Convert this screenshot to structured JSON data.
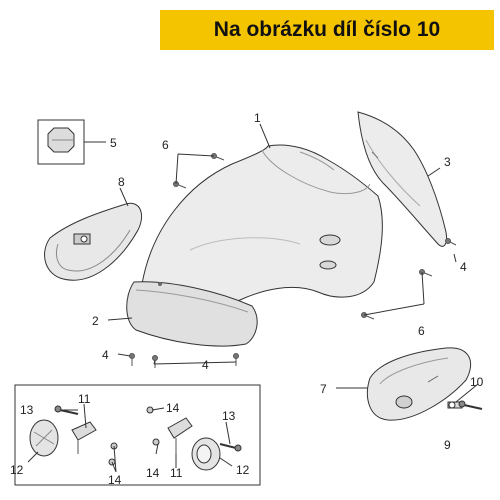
{
  "banner": {
    "text": "Na obrázku díl číslo 10",
    "color": "#f5c400"
  },
  "callouts": {
    "c1": "1",
    "c2": "2",
    "c3": "3",
    "c4a": "4",
    "c4b": "4",
    "c4c": "4",
    "c5": "5",
    "c6a": "6",
    "c6b": "6",
    "c7": "7",
    "c8": "8",
    "c9": "9",
    "c10": "10",
    "c11a": "11",
    "c11b": "11",
    "c12a": "12",
    "c12b": "12",
    "c13a": "13",
    "c13b": "13",
    "c14a": "14",
    "c14b": "14",
    "c14c": "14"
  }
}
